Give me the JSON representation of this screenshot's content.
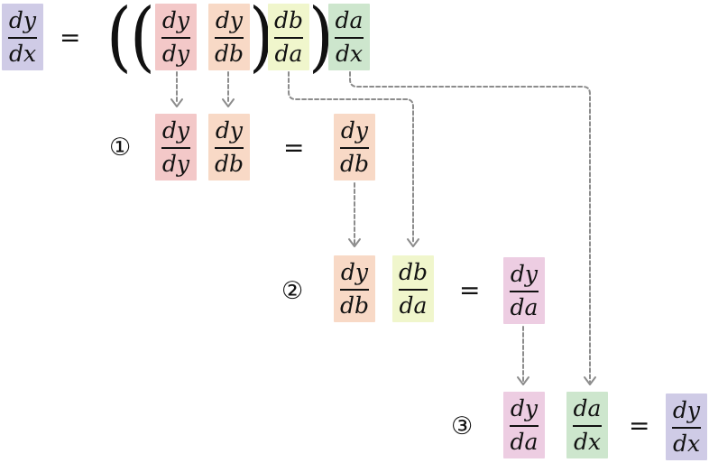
{
  "colors": {
    "purple": "#cfcbe6",
    "red": "#f3c8c8",
    "orange": "#f8d9c6",
    "yellow": "#f0f6cc",
    "green": "#cde6cd",
    "pink": "#edcde2",
    "arrow": "#8c8c8c"
  },
  "symbols": {
    "equals": "=",
    "paren_open": "(",
    "paren_close": ")"
  },
  "steps": {
    "one": "①",
    "two": "②",
    "three": "③"
  },
  "top": {
    "lhs": {
      "num": "dy",
      "den": "dx"
    },
    "dydy": {
      "num": "dy",
      "den": "dy"
    },
    "dydb": {
      "num": "dy",
      "den": "db"
    },
    "dbda": {
      "num": "db",
      "den": "da"
    },
    "dadx": {
      "num": "da",
      "den": "dx"
    }
  },
  "row1": {
    "a": {
      "num": "dy",
      "den": "dy"
    },
    "b": {
      "num": "dy",
      "den": "db"
    },
    "result": {
      "num": "dy",
      "den": "db"
    }
  },
  "row2": {
    "a": {
      "num": "dy",
      "den": "db"
    },
    "b": {
      "num": "db",
      "den": "da"
    },
    "result": {
      "num": "dy",
      "den": "da"
    }
  },
  "row3": {
    "a": {
      "num": "dy",
      "den": "da"
    },
    "b": {
      "num": "da",
      "den": "dx"
    },
    "result": {
      "num": "dy",
      "den": "dx"
    }
  }
}
